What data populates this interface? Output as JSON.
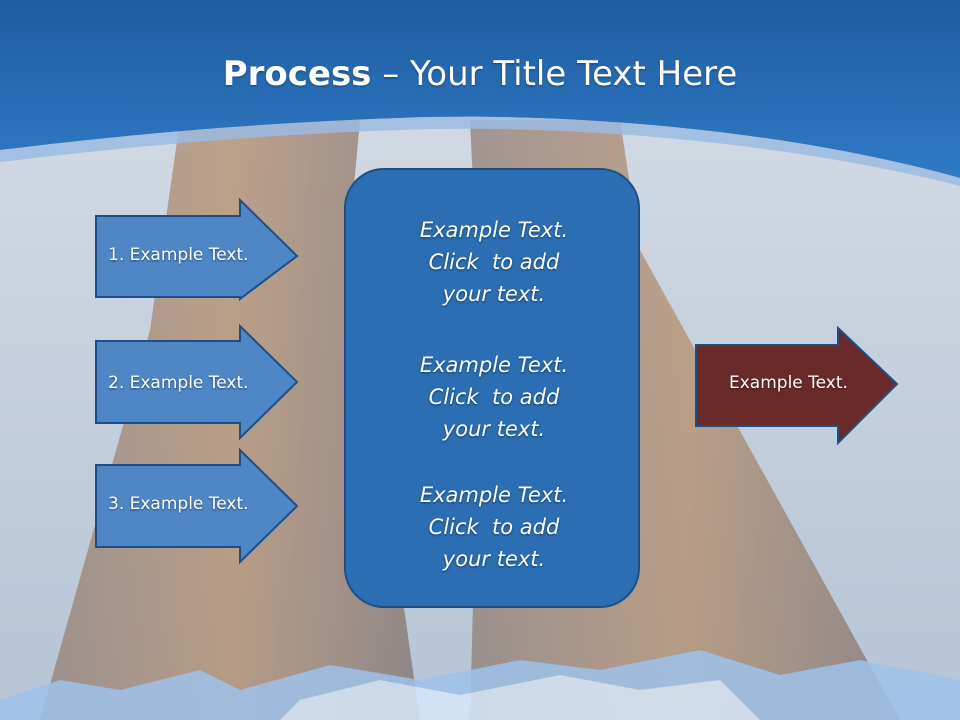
{
  "slide": {
    "title_bold": "Process",
    "title_rest": " – Your Title Text Here"
  },
  "left_arrows": [
    {
      "label": "1. Example Text."
    },
    {
      "label": "2. Example Text."
    },
    {
      "label": "3. Example Text."
    }
  ],
  "center_box": {
    "paragraphs": [
      {
        "line1": "Example Text.",
        "line2": "Click  to add",
        "line3": "your text."
      },
      {
        "line1": "Example Text.",
        "line2": "Click  to add",
        "line3": "your text."
      },
      {
        "line1": "Example Text.",
        "line2": "Click  to add",
        "line3": "your text."
      }
    ]
  },
  "right_arrow": {
    "label": "Example Text."
  },
  "colors": {
    "header_blue": "#2a6fb6",
    "arrow_blue": "#4f86c6",
    "box_blue": "#2b6eb3",
    "arrow_maroon": "#6a2a2a"
  }
}
